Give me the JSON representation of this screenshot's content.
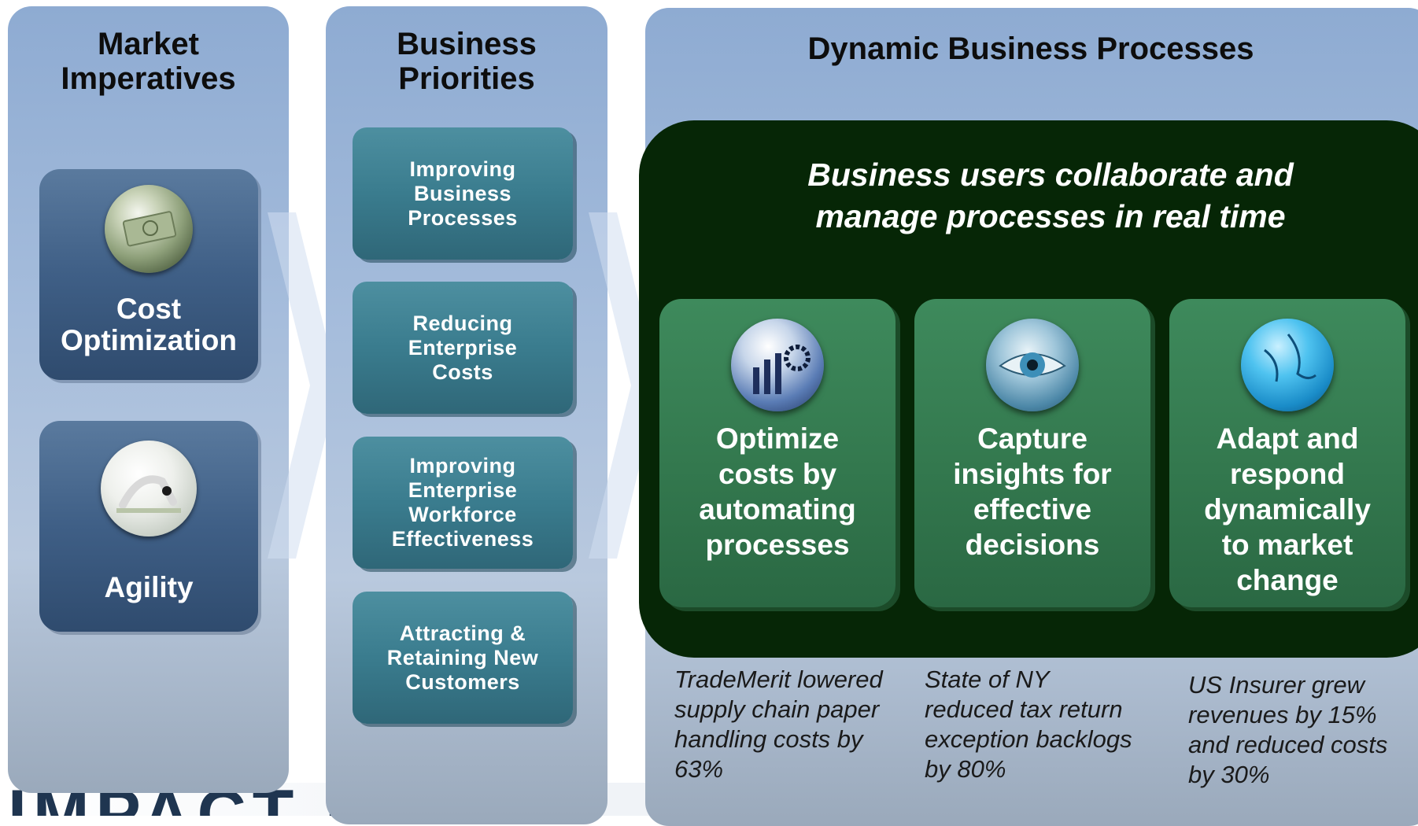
{
  "columns": {
    "market": {
      "title": "Market\nImperatives",
      "items": [
        {
          "label": "Cost\nOptimization",
          "icon": "money-icon"
        },
        {
          "label": "Agility",
          "icon": "yoga-figure-icon"
        }
      ]
    },
    "priorities": {
      "title": "Business\nPriorities",
      "items": [
        {
          "label": "Improving\nBusiness\nProcesses"
        },
        {
          "label": "Reducing\nEnterprise\nCosts"
        },
        {
          "label": "Improving\nEnterprise\nWorkforce\nEffectiveness"
        },
        {
          "label": "Attracting &\nRetaining New\nCustomers"
        }
      ]
    },
    "processes": {
      "title": "Dynamic Business Processes",
      "panel_heading": "Business users collaborate and\nmanage processes in real time",
      "cards": [
        {
          "label": "Optimize\ncosts by\nautomating\nprocesses",
          "icon": "gears-chart-icon"
        },
        {
          "label": "Capture\ninsights for\neffective\ndecisions",
          "icon": "eye-icon"
        },
        {
          "label": "Adapt and\nrespond\ndynamically\nto market\nchange",
          "icon": "globe-icon"
        }
      ],
      "examples": [
        "TradeMerit lowered\nsupply chain paper\nhandling costs by\n63%",
        "State of NY\nreduced tax return\nexception backlogs\nby 80%",
        "US Insurer grew\nrevenues by 15%\nand reduced costs\nby 30%"
      ]
    }
  },
  "footer": {
    "banner_text": "IMPACT NOW"
  },
  "colors": {
    "market_box": "#3f5f86",
    "priority_box": "#3a7c8e",
    "dark_panel": "#062606",
    "green_card": "#33784e",
    "column_bg": "#a6bddc"
  }
}
